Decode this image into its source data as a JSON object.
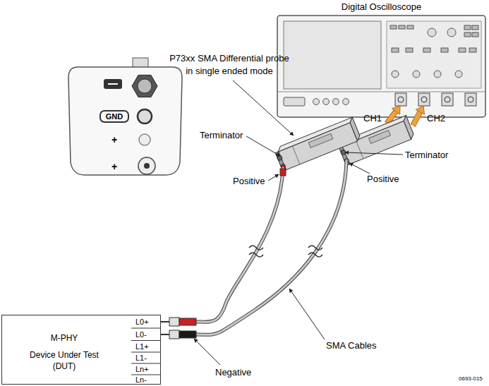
{
  "diagram": {
    "nodes": [
      {
        "text": [
          "Digital Oscilloscope"
        ]
      },
      {
        "text": [
          "M-PHY",
          "Device Under Test (DUT)"
        ]
      }
    ],
    "labels": [
      "P73xx SMA Differential probe in single ended mode",
      "CH1",
      "CH2",
      "Terminator",
      "GND",
      "+",
      "+",
      "Positive",
      "Terminator",
      "Positive",
      "L0+",
      "L0-",
      "L1+",
      "L1-",
      "Ln+",
      "Ln-",
      "SMA Cables",
      "Negative",
      "0693-015"
    ]
  }
}
